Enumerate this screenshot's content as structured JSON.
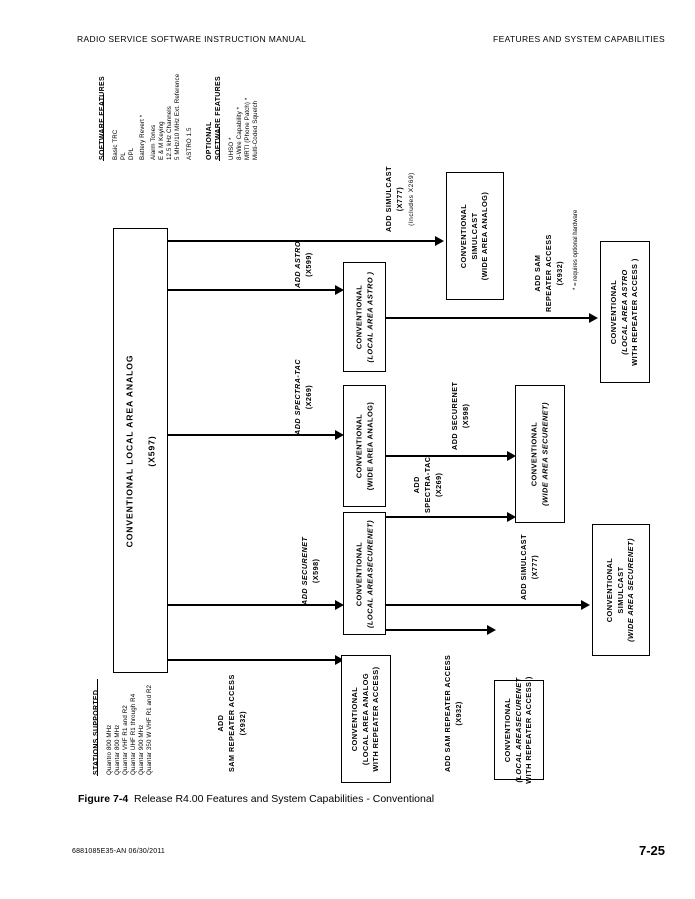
{
  "header": {
    "left": "Radio Service Software Instruction Manual",
    "right": "Features and System Capabilities"
  },
  "footer": {
    "doc_id": "6881085E35-AN   06/30/2011",
    "page_number": "7-25"
  },
  "caption": {
    "figure_label": "Figure 7-4",
    "figure_title": "Release R4.00 Features and System Capabilities - Conventional"
  },
  "legends": {
    "software_features": {
      "title": "SOFTWARE FEATURES",
      "items": [
        "Basic TRC",
        "PL",
        "DPL",
        "Battery Revert *",
        "Alarm Tones",
        "E & M Keying",
        "12.5 kHz Channels",
        "5 MHz/10 MHz Ext. Reference",
        "ASTRO 1.5"
      ]
    },
    "optional_software_features": {
      "title_line1": "OPTIONAL",
      "title_line2": "SOFTWARE FEATURES",
      "items": [
        "UHSO *",
        "8-Wire Capability *",
        "MRTI (Phone Patch) *",
        "Multi-Coded Squelch"
      ]
    },
    "stations_supported": {
      "title": "STATIONS SUPPORTED",
      "items": [
        "Quantro  800 MHz",
        "Quantar  800 MHz",
        "Quantar  VHF R1 and R2",
        "Quantar UHF R1 through R4",
        "Quantar  900 MHz",
        "Quantar 350 W VHF R1 and R2"
      ]
    },
    "footnote": "* = requires optional hardware"
  },
  "diagram": {
    "source": {
      "line1": "CONVENTIONAL LOCAL AREA ANALOG",
      "line2": "(X597)"
    },
    "boxes": {
      "conv_simulcast_wide_analog": {
        "line1": "CONVENTIONAL",
        "line2": "SIMULCAST",
        "line3": "(WIDE AREA ANALOG)"
      },
      "conv_local_astro": {
        "line1": "CONVENTIONAL",
        "line2": "(LOCAL AREA ASTRO )"
      },
      "conv_wide_analog": {
        "line1": "CONVENTIONAL",
        "line2": "(WIDE AREA ANALOG)"
      },
      "conv_local_securenet": {
        "line1": "CONVENTIONAL",
        "line2": "(LOCAL AREASECURENET)"
      },
      "conv_wide_securenet": {
        "line1": "CONVENTIONAL",
        "line2": "(WIDE AREA SECURENET)"
      },
      "conv_local_astro_repeater": {
        "line1": "CONVENTIONAL",
        "line2": "(LOCAL AREA ASTRO",
        "line3": "WITH REPEATER ACCESS )"
      },
      "conv_simulcast_wide_securenet": {
        "line1": "CONVENTIONAL",
        "line2": "SIMULCAST",
        "line3": "(WIDE AREA SECURENET)"
      },
      "conv_local_analog_repeater": {
        "line1": "CONVENTIONAL",
        "line2": "(LOCAL AREA ANALOG",
        "line3": "WITH REPEATER ACCESS)"
      },
      "conv_local_securenet_repeater": {
        "line1": "CONVENTIONAL",
        "line2": "(LOCAL AREASECURENET",
        "line3": "WITH REPEATER ACCESS )"
      }
    },
    "arrows": {
      "add_simulcast_x777": {
        "line1": "ADD  SIMULCAST",
        "line2": "(X777)",
        "line3": "(Includes X269)"
      },
      "add_astro_x599": {
        "line1": "ADD  ASTRO",
        "line2": "(X599)"
      },
      "add_spectra_tac_x269": {
        "line1": "ADD  SPECTRA-TAC",
        "line2": "(X269)"
      },
      "add_securenet_x598": {
        "line1": "ADD SECURENET",
        "line2": "(X598)"
      },
      "add_securenet_x598_b": {
        "line1": "ADD SECURENET",
        "line2": "(X598)"
      },
      "add_spectra_tac_x269_b": {
        "line1": "ADD",
        "line2": "SPECTRA-TAC",
        "line3": "(X269)"
      },
      "add_sam_repeater_x932_astro": {
        "line1": "ADD SAM",
        "line2": "REPEATER ACCESS",
        "line3": "(X932)"
      },
      "add_simulcast_x777_b": {
        "line1": "ADD SIMULCAST",
        "line2": "(X777)"
      },
      "add_sam_repeater_x932_analog": {
        "line1": "ADD",
        "line2": "SAM REPEATER ACCESS",
        "line3": "(X932)"
      },
      "add_sam_repeater_x932_securenet": {
        "line1": "ADD SAM REPEATER ACCESS",
        "line2": "(X932)"
      }
    }
  }
}
